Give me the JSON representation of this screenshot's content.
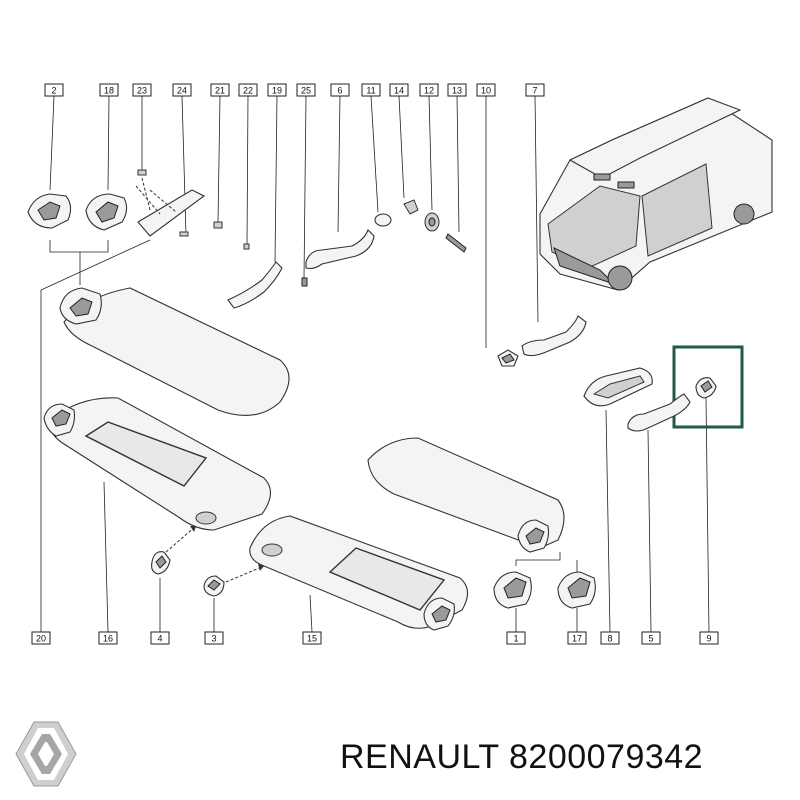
{
  "callouts": [
    {
      "id": "c2",
      "label": "2"
    },
    {
      "id": "c18",
      "label": "18"
    },
    {
      "id": "c23",
      "label": "23"
    },
    {
      "id": "c24",
      "label": "24"
    },
    {
      "id": "c21",
      "label": "21"
    },
    {
      "id": "c22",
      "label": "22"
    },
    {
      "id": "c19",
      "label": "19"
    },
    {
      "id": "c25",
      "label": "25"
    },
    {
      "id": "c6",
      "label": "6"
    },
    {
      "id": "c11",
      "label": "11"
    },
    {
      "id": "c14",
      "label": "14"
    },
    {
      "id": "c12",
      "label": "12"
    },
    {
      "id": "c13",
      "label": "13"
    },
    {
      "id": "c10",
      "label": "10"
    },
    {
      "id": "c7",
      "label": "7"
    },
    {
      "id": "c20",
      "label": "20"
    },
    {
      "id": "c16",
      "label": "16"
    },
    {
      "id": "c4",
      "label": "4"
    },
    {
      "id": "c3",
      "label": "3"
    },
    {
      "id": "c15",
      "label": "15"
    },
    {
      "id": "c1",
      "label": "1"
    },
    {
      "id": "c17",
      "label": "17"
    },
    {
      "id": "c8",
      "label": "8"
    },
    {
      "id": "c5",
      "label": "5"
    },
    {
      "id": "c9",
      "label": "9"
    }
  ],
  "footer": {
    "brand": "RENAULT",
    "part_number": "8200079342",
    "text": "RENAULT 8200079342"
  },
  "highlight_color": "#1f5a4a",
  "icons": {
    "logo": "renault-diamond-logo"
  }
}
